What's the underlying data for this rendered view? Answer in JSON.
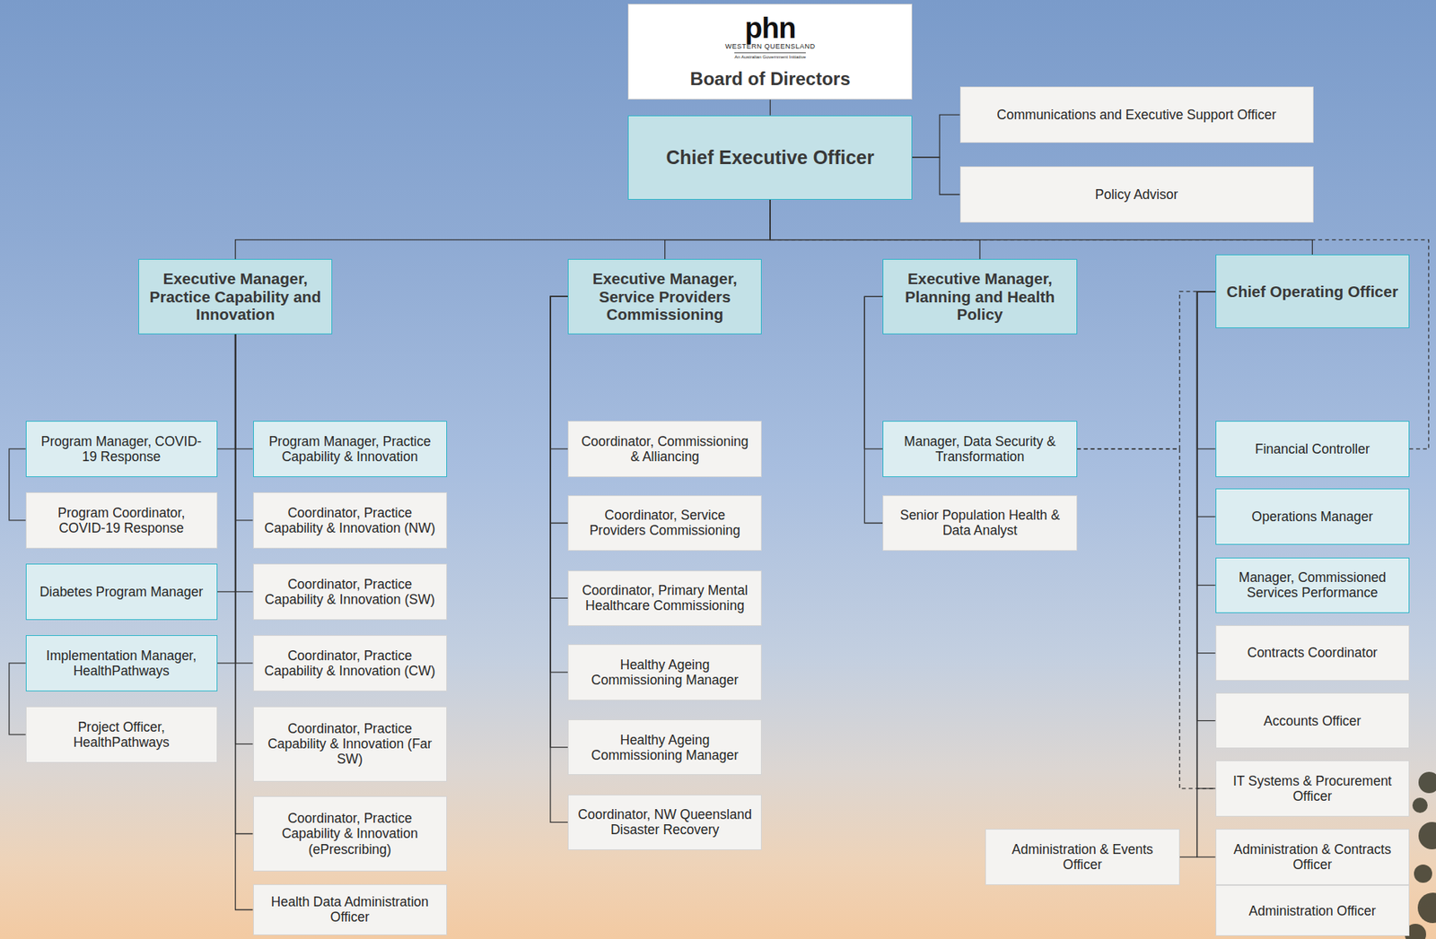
{
  "diagram": {
    "nodes": [
      {
        "text": [
          "phn",
          "WESTERN QUEENSLAND",
          "An Australian Government Initiative",
          "Board of Directors"
        ]
      },
      {
        "text": [
          "Chief Executive Officer"
        ]
      },
      {
        "text": [
          "Communications and Executive Support Officer"
        ]
      },
      {
        "text": [
          "Policy Advisor"
        ]
      },
      {
        "text": [
          "Executive Manager, Practice Capability and Innovation"
        ]
      },
      {
        "text": [
          "Executive Manager, Service Providers Commissioning"
        ]
      },
      {
        "text": [
          "Executive Manager, Planning and Health Policy"
        ]
      },
      {
        "text": [
          "Chief Operating Officer"
        ]
      },
      {
        "text": [
          "Program Manager, COVID-19 Response"
        ]
      },
      {
        "text": [
          "Program Coordinator, COVID-19 Response"
        ]
      },
      {
        "text": [
          "Diabetes Program Manager"
        ]
      },
      {
        "text": [
          "Implementation Manager, HealthPathways"
        ]
      },
      {
        "text": [
          "Project Officer, HealthPathways"
        ]
      },
      {
        "text": [
          "Program Manager, Practice Capability & Innovation"
        ]
      },
      {
        "text": [
          "Coordinator, Practice Capability & Innovation (NW)"
        ]
      },
      {
        "text": [
          "Coordinator, Practice Capability & Innovation (SW)"
        ]
      },
      {
        "text": [
          "Coordinator, Practice Capability & Innovation (CW)"
        ]
      },
      {
        "text": [
          "Coordinator, Practice Capability & Innovation (Far SW)"
        ]
      },
      {
        "text": [
          "Coordinator, Practice Capability & Innovation (ePrescribing)"
        ]
      },
      {
        "text": [
          "Health Data Administration Officer"
        ]
      },
      {
        "text": [
          "Coordinator, Commissioning & Alliancing"
        ]
      },
      {
        "text": [
          "Coordinator, Service Providers Commissioning"
        ]
      },
      {
        "text": [
          "Coordinator, Primary Mental Healthcare Commissioning"
        ]
      },
      {
        "text": [
          "Healthy Ageing Commissioning Manager"
        ]
      },
      {
        "text": [
          "Healthy Ageing Commissioning Manager"
        ]
      },
      {
        "text": [
          "Coordinator, NW Queensland Disaster Recovery"
        ]
      },
      {
        "text": [
          "Manager, Data Security & Transformation"
        ]
      },
      {
        "text": [
          "Senior Population Health & Data Analyst"
        ]
      },
      {
        "text": [
          "Financial Controller"
        ]
      },
      {
        "text": [
          "Operations Manager"
        ]
      },
      {
        "text": [
          "Manager, Commissioned Services Performance"
        ]
      },
      {
        "text": [
          "Contracts Coordinator"
        ]
      },
      {
        "text": [
          "Accounts Officer"
        ]
      },
      {
        "text": [
          "IT Systems & Procurement Officer"
        ]
      },
      {
        "text": [
          "Administration & Events Officer"
        ]
      },
      {
        "text": [
          "Administration & Contracts Officer"
        ]
      },
      {
        "text": [
          "Administration Officer"
        ]
      }
    ],
    "edges": [
      {
        "from": 0,
        "to": 1,
        "arrow": "none"
      },
      {
        "from": 1,
        "to": 2,
        "arrow": "none"
      },
      {
        "from": 1,
        "to": 3,
        "arrow": "none"
      },
      {
        "from": 1,
        "to": 4,
        "arrow": "none"
      },
      {
        "from": 1,
        "to": 5,
        "arrow": "none"
      },
      {
        "from": 1,
        "to": 6,
        "arrow": "none"
      },
      {
        "from": 1,
        "to": 7,
        "arrow": "none"
      },
      {
        "from": 4,
        "to": 8,
        "arrow": "none"
      },
      {
        "from": 8,
        "to": 9,
        "arrow": "none"
      },
      {
        "from": 4,
        "to": 10,
        "arrow": "none"
      },
      {
        "from": 4,
        "to": 11,
        "arrow": "none"
      },
      {
        "from": 11,
        "to": 12,
        "arrow": "none"
      },
      {
        "from": 4,
        "to": 13,
        "arrow": "none"
      },
      {
        "from": 4,
        "to": 14,
        "arrow": "none"
      },
      {
        "from": 4,
        "to": 15,
        "arrow": "none"
      },
      {
        "from": 4,
        "to": 16,
        "arrow": "none"
      },
      {
        "from": 4,
        "to": 17,
        "arrow": "none"
      },
      {
        "from": 4,
        "to": 18,
        "arrow": "none"
      },
      {
        "from": 4,
        "to": 19,
        "arrow": "none"
      },
      {
        "from": 5,
        "to": 20,
        "arrow": "none"
      },
      {
        "from": 5,
        "to": 21,
        "arrow": "none"
      },
      {
        "from": 5,
        "to": 22,
        "arrow": "none"
      },
      {
        "from": 5,
        "to": 23,
        "arrow": "none"
      },
      {
        "from": 5,
        "to": 24,
        "arrow": "none"
      },
      {
        "from": 5,
        "to": 25,
        "arrow": "none"
      },
      {
        "from": 6,
        "to": 26,
        "arrow": "none"
      },
      {
        "from": 6,
        "to": 27,
        "arrow": "none"
      },
      {
        "from": 7,
        "to": 28,
        "arrow": "none"
      },
      {
        "from": 7,
        "to": 29,
        "arrow": "none"
      },
      {
        "from": 7,
        "to": 30,
        "arrow": "none"
      },
      {
        "from": 7,
        "to": 31,
        "arrow": "none"
      },
      {
        "from": 7,
        "to": 32,
        "arrow": "none"
      },
      {
        "from": 7,
        "to": 33,
        "arrow": "none"
      },
      {
        "from": 7,
        "to": 35,
        "arrow": "none"
      },
      {
        "from": 7,
        "to": 34,
        "arrow": "none"
      },
      {
        "from": 26,
        "to": 7,
        "arrow": "none"
      },
      {
        "from": 26,
        "to": 33,
        "arrow": "none"
      },
      {
        "from": 1,
        "to": 28,
        "arrow": "none"
      }
    ]
  }
}
